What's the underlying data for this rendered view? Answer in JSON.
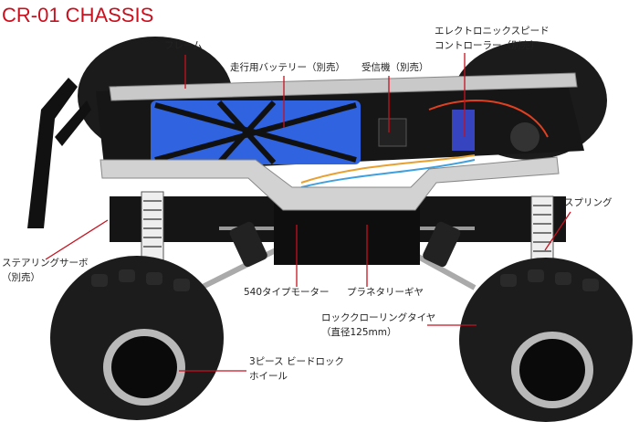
{
  "title": "CR-01 CHASSIS",
  "accent_color": "#c8101e",
  "labels": {
    "frame": "フレーム",
    "battery": "走行用バッテリー（別売）",
    "receiver": "受信機（別売）",
    "esc_line1": "エレクトロニックスピード",
    "esc_line2": "コントローラー（別売）",
    "spring": "スプリング",
    "servo_line1": "ステアリングサーボ",
    "servo_line2": "（別売）",
    "motor": "540タイプモーター",
    "gear": "プラネタリーギヤ",
    "tire_line1": "ロッククローリングタイヤ",
    "tire_line2": "（直径125mm）",
    "wheel_line1": "3ピース ビードロック",
    "wheel_line2": "ホイール"
  }
}
